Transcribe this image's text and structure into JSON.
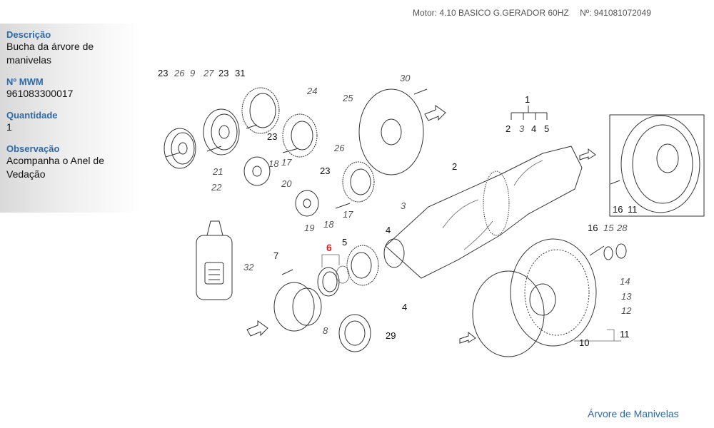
{
  "header": {
    "motor": "Motor: 4.10 BASICO G.GERADOR 60HZ",
    "number": "Nº: 941081072049"
  },
  "panel": {
    "description_label": "Descrição",
    "description": "Bucha da árvore de manivelas",
    "mwm_label": "Nº MWM",
    "mwm": "961083300017",
    "quantity_label": "Quantidade",
    "quantity": "1",
    "note_label": "Observação",
    "note": "Acompanha o Anel de Vedação"
  },
  "diagram": {
    "labels": [
      "23",
      "26",
      "9",
      "27",
      "23",
      "31",
      "24",
      "25",
      "30",
      "1",
      "2",
      "3",
      "4",
      "5",
      "2",
      "23",
      "18",
      "17",
      "26",
      "23",
      "21",
      "22",
      "20",
      "19",
      "18",
      "17",
      "3",
      "4",
      "6",
      "5",
      "7",
      "32",
      "8",
      "4",
      "29",
      "16",
      "15",
      "28",
      "14",
      "13",
      "12",
      "11",
      "10",
      "16",
      "11"
    ],
    "highlight": "6",
    "accent_color": "#e02020"
  },
  "footer": {
    "link": "Árvore de Manivelas"
  }
}
